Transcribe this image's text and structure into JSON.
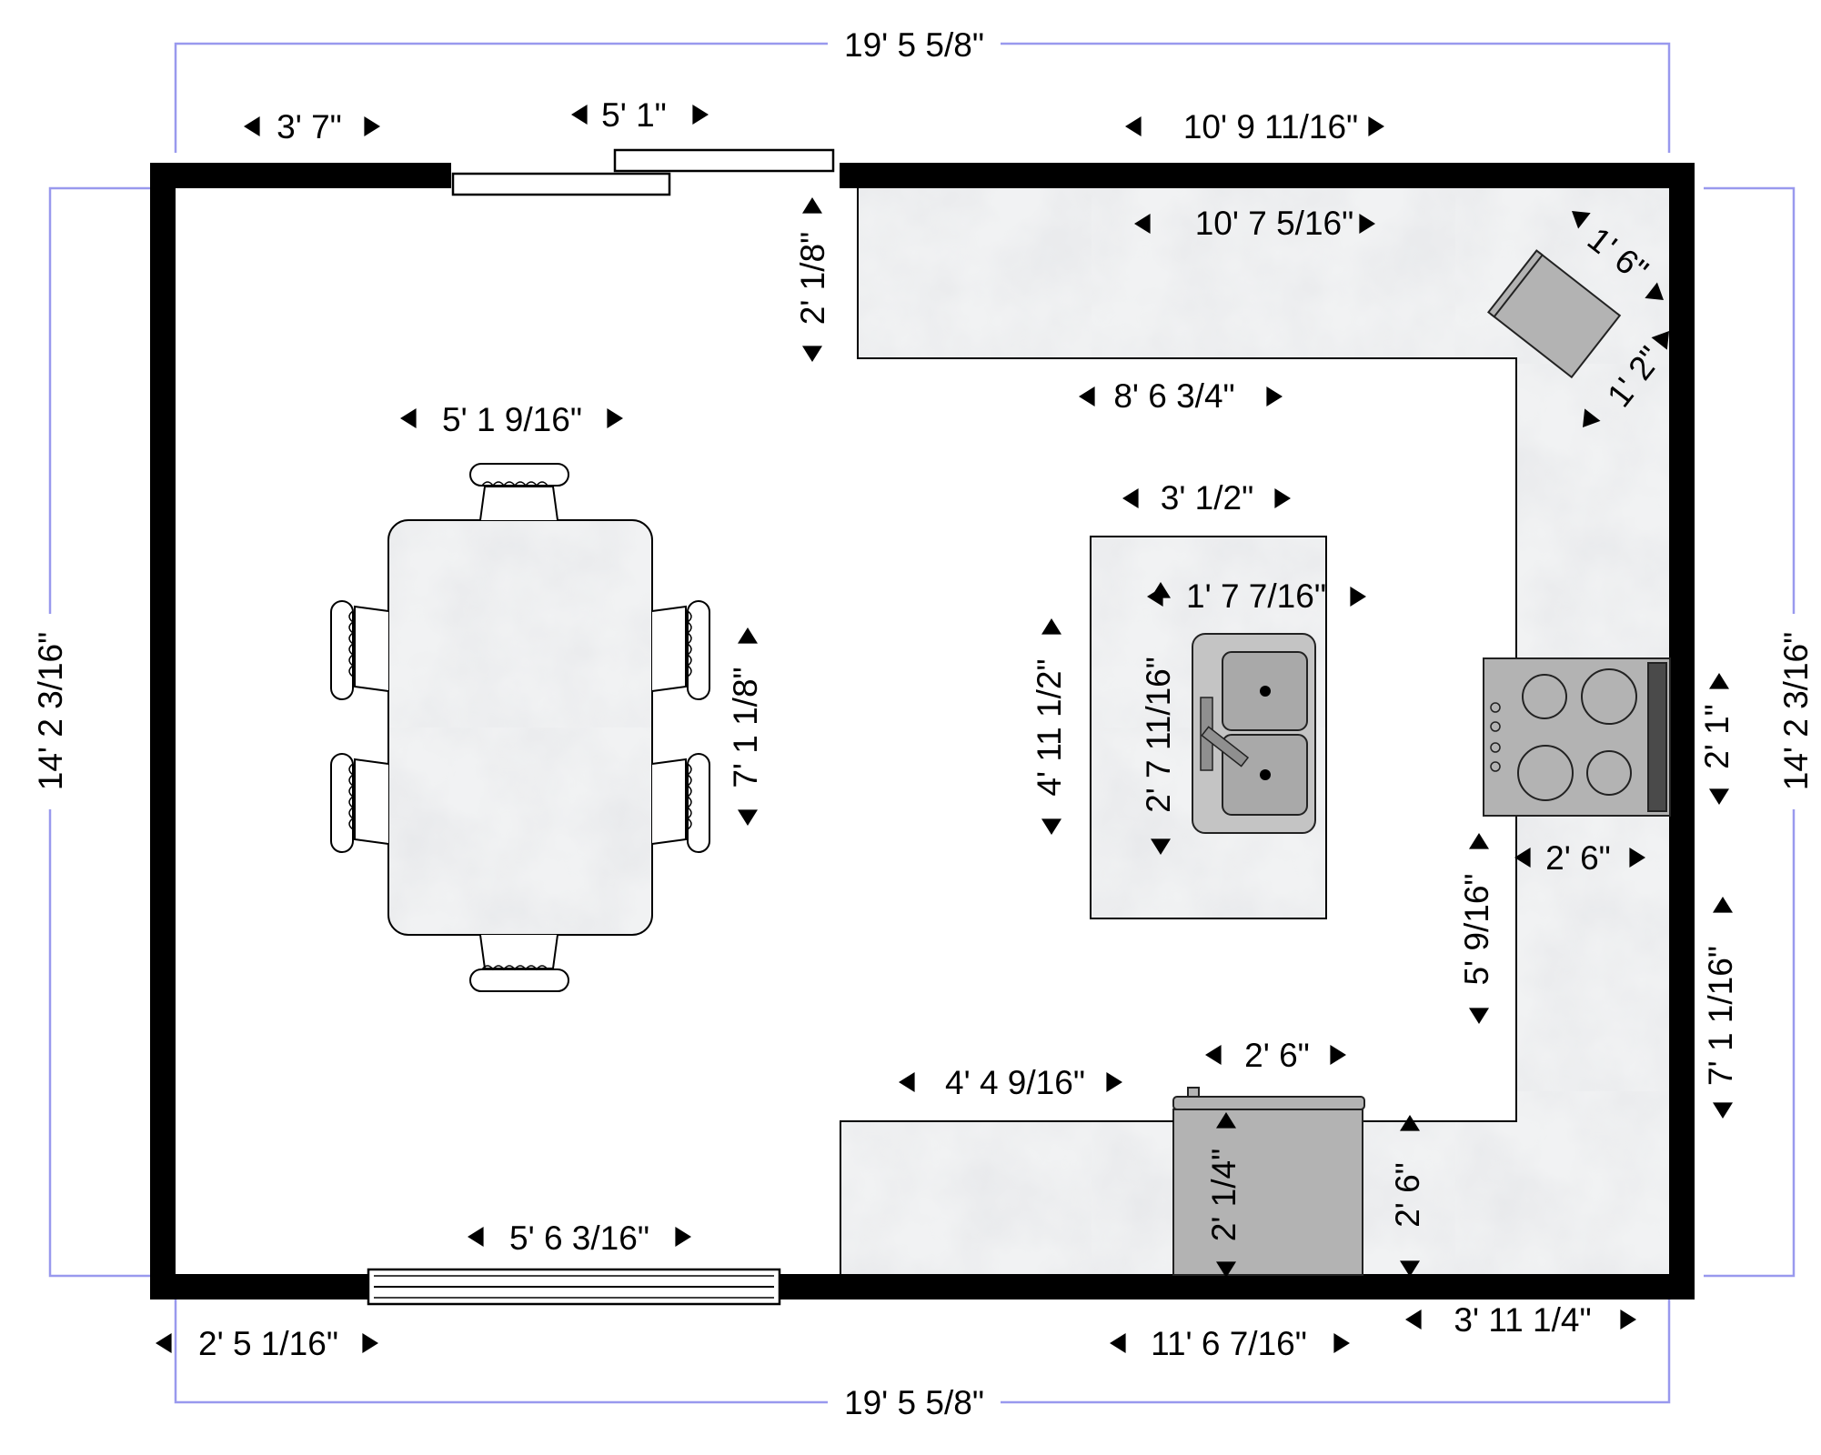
{
  "plan": {
    "overall_width_top": "19' 5 5/8\"",
    "overall_width_bottom": "19' 5 5/8\"",
    "overall_height_left": "14' 2 3/16\"",
    "overall_height_right": "14' 2 3/16\"",
    "top_wall_left": "3' 7\"",
    "top_door": "5' 1\"",
    "top_wall_right": "10' 9 11/16\"",
    "counter_top_length": "10' 7 5/16\"",
    "counter_top_depth": "2' 1/8\"",
    "counter_top_inner": "8' 6 3/4\"",
    "corner_appliance_width": "1' 6\"",
    "corner_appliance_depth": "1' 2\"",
    "table_width": "5' 1 9/16\"",
    "table_length": "7' 1 1/8\"",
    "island_width": "3' 1/2\"",
    "island_length": "4' 11 1/2\"",
    "sink_width": "1' 7 7/16\"",
    "sink_length": "2' 7 11/16\"",
    "stove_depth": "2' 1\"",
    "stove_width": "2' 6\"",
    "counter_right_inner": "5' 9/16\"",
    "counter_right_outer": "7' 1 1/16\"",
    "dishwasher_width": "2' 6\"",
    "dishwasher_depth": "2' 1/4\"",
    "counter_bottom_depth": "2' 6\"",
    "counter_bottom_left": "4' 4 9/16\"",
    "bottom_window": "5' 6 3/16\"",
    "bottom_wall_left": "2' 5 1/16\"",
    "bottom_wall_mid": "11' 6 7/16\"",
    "bottom_wall_right": "3' 11 1/4\""
  }
}
